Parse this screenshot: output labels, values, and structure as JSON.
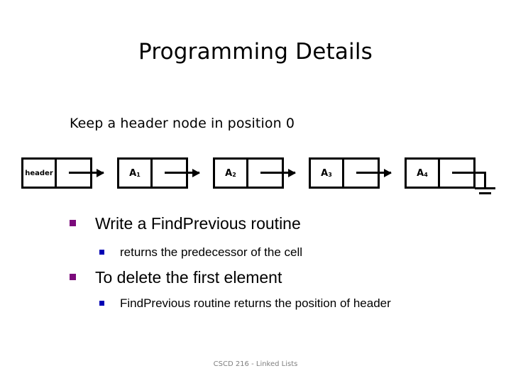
{
  "slide": {
    "title": "Programming Details",
    "intro": "Keep a header node in position 0",
    "footer": "CSCD 216 - Linked Lists"
  },
  "diagram": {
    "name": "singly-linked-list-with-header",
    "nodes": [
      {
        "label": "header",
        "style": "small"
      },
      {
        "label": "A",
        "subscript": "1",
        "style": "normal"
      },
      {
        "label": "A",
        "subscript": "2",
        "style": "normal"
      },
      {
        "label": "A",
        "subscript": "3",
        "style": "normal"
      },
      {
        "label": "A",
        "subscript": "4",
        "style": "normal"
      }
    ],
    "terminator": "ground-null"
  },
  "bullets": [
    {
      "level": 1,
      "text": "Write a FindPrevious routine",
      "bullet_color": "#7B0A7B"
    },
    {
      "level": 2,
      "text": "returns the predecessor of the cell",
      "bullet_color": "#0000B4"
    },
    {
      "level": 1,
      "text": "To delete the first element",
      "bullet_color": "#7B0A7B"
    },
    {
      "level": 2,
      "text": "FindPrevious routine returns the position of header",
      "bullet_color": "#0000B4"
    }
  ],
  "colors": {
    "background": "#FFFFFF",
    "text": "#000000",
    "bullet_level1": "#7B0A7B",
    "bullet_level2": "#0000B4",
    "footer_text": "#808080",
    "diagram_stroke": "#000000"
  }
}
